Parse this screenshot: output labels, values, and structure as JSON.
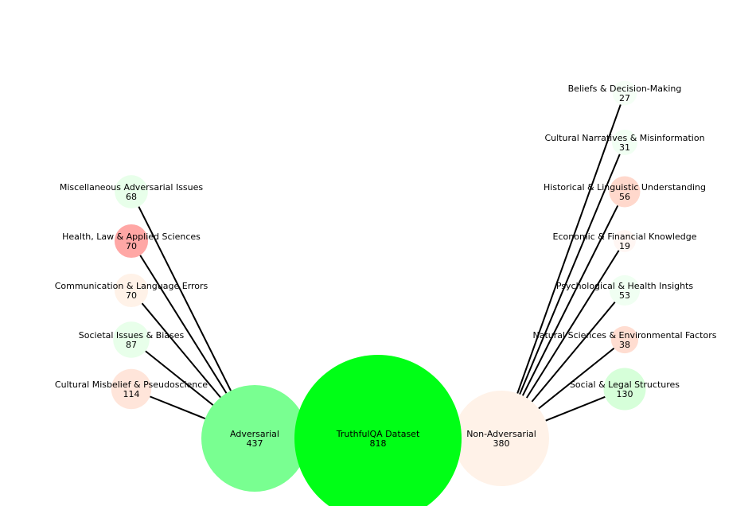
{
  "colors": {
    "edge": "#000000",
    "text": "#000000",
    "background": "#ffffff"
  },
  "root": {
    "name": "TruthfulQA Dataset",
    "value": "818",
    "color": "#00ff16"
  },
  "branches": [
    {
      "name": "Adversarial",
      "value": "437",
      "color": "#79ff91",
      "side": "left",
      "children": [
        {
          "name": "Cultural Misbelief & Pseudoscience",
          "value": "114",
          "color": "#ffe5da"
        },
        {
          "name": "Societal Issues & Biases",
          "value": "87",
          "color": "#e8ffea"
        },
        {
          "name": "Communication & Language Errors",
          "value": "70",
          "color": "#fff2e8"
        },
        {
          "name": "Health, Law & Applied Sciences",
          "value": "70",
          "color": "#ffa7a5"
        },
        {
          "name": "Miscellaneous Adversarial Issues",
          "value": "68",
          "color": "#e8ffea"
        }
      ]
    },
    {
      "name": "Non-Adversarial",
      "value": "380",
      "color": "#fff2e8",
      "side": "right",
      "children": [
        {
          "name": "Social & Legal Structures",
          "value": "130",
          "color": "#d6ffd9"
        },
        {
          "name": "Natural Sciences & Environmental Factors",
          "value": "38",
          "color": "#ffddd1"
        },
        {
          "name": "Psychological & Health Insights",
          "value": "53",
          "color": "#f0fff2"
        },
        {
          "name": "Economic & Financial Knowledge",
          "value": "19",
          "color": "#fff6f3"
        },
        {
          "name": "Historical & Linguistic Understanding",
          "value": "56",
          "color": "#ffd8cc"
        },
        {
          "name": "Cultural Narratives & Misinformation",
          "value": "31",
          "color": "#f1fff3"
        },
        {
          "name": "Beliefs & Decision-Making",
          "value": "27",
          "color": "#f5fff6"
        }
      ]
    }
  ]
}
